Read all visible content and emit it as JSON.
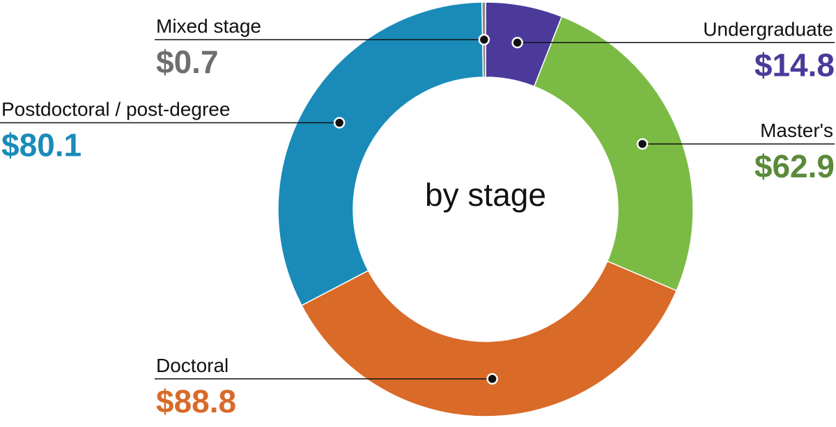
{
  "chart_data": {
    "type": "pie",
    "center_label": "by stage",
    "series": [
      {
        "name": "Undergraduate",
        "value": 14.8,
        "value_label": "$14.8",
        "color": "#4b3a9a",
        "value_color": "#4b3a9a"
      },
      {
        "name": "Master's",
        "value": 62.9,
        "value_label": "$62.9",
        "color": "#7bbb45",
        "value_color": "#5a8a3a"
      },
      {
        "name": "Doctoral",
        "value": 88.8,
        "value_label": "$88.8",
        "color": "#d96a28",
        "value_color": "#d96a28"
      },
      {
        "name": "Postdoctoral / post-degree",
        "value": 80.1,
        "value_label": "$80.1",
        "color": "#1a8bb8",
        "value_color": "#1a8bb8"
      },
      {
        "name": "Mixed stage",
        "value": 0.7,
        "value_label": "$0.7",
        "color": "#8a8a8a",
        "value_color": "#6e6e6e"
      }
    ]
  }
}
